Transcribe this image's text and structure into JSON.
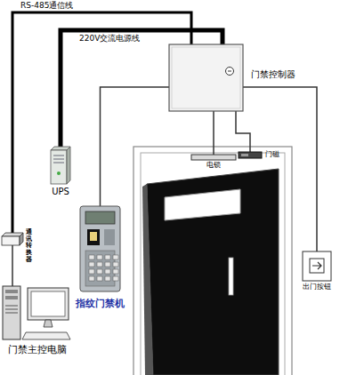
{
  "diagram": {
    "nodes": [
      {
        "text": [
          "门禁控制器"
        ]
      },
      {
        "text": [
          "UPS"
        ]
      },
      {
        "text": [
          "电锁"
        ]
      },
      {
        "text": [
          "门磁"
        ]
      },
      {
        "text": [
          "指纹门禁机"
        ]
      },
      {
        "text": [
          "通讯转换器"
        ]
      },
      {
        "text": [
          "出门按钮"
        ]
      },
      {
        "text": [
          "门禁主控电脑"
        ]
      }
    ],
    "edges": [
      {
        "from": 5,
        "to": 0,
        "label": "RS-485通信线",
        "arrow": "none"
      },
      {
        "from": 1,
        "to": 0,
        "label": "220V交流电源线",
        "arrow": "none"
      },
      {
        "from": 4,
        "to": 0,
        "arrow": "none"
      },
      {
        "from": 0,
        "to": 2,
        "arrow": "none"
      },
      {
        "from": 0,
        "to": 3,
        "arrow": "none"
      },
      {
        "from": 0,
        "to": 6,
        "arrow": "none"
      },
      {
        "from": 5,
        "to": 7,
        "arrow": "none"
      }
    ]
  }
}
